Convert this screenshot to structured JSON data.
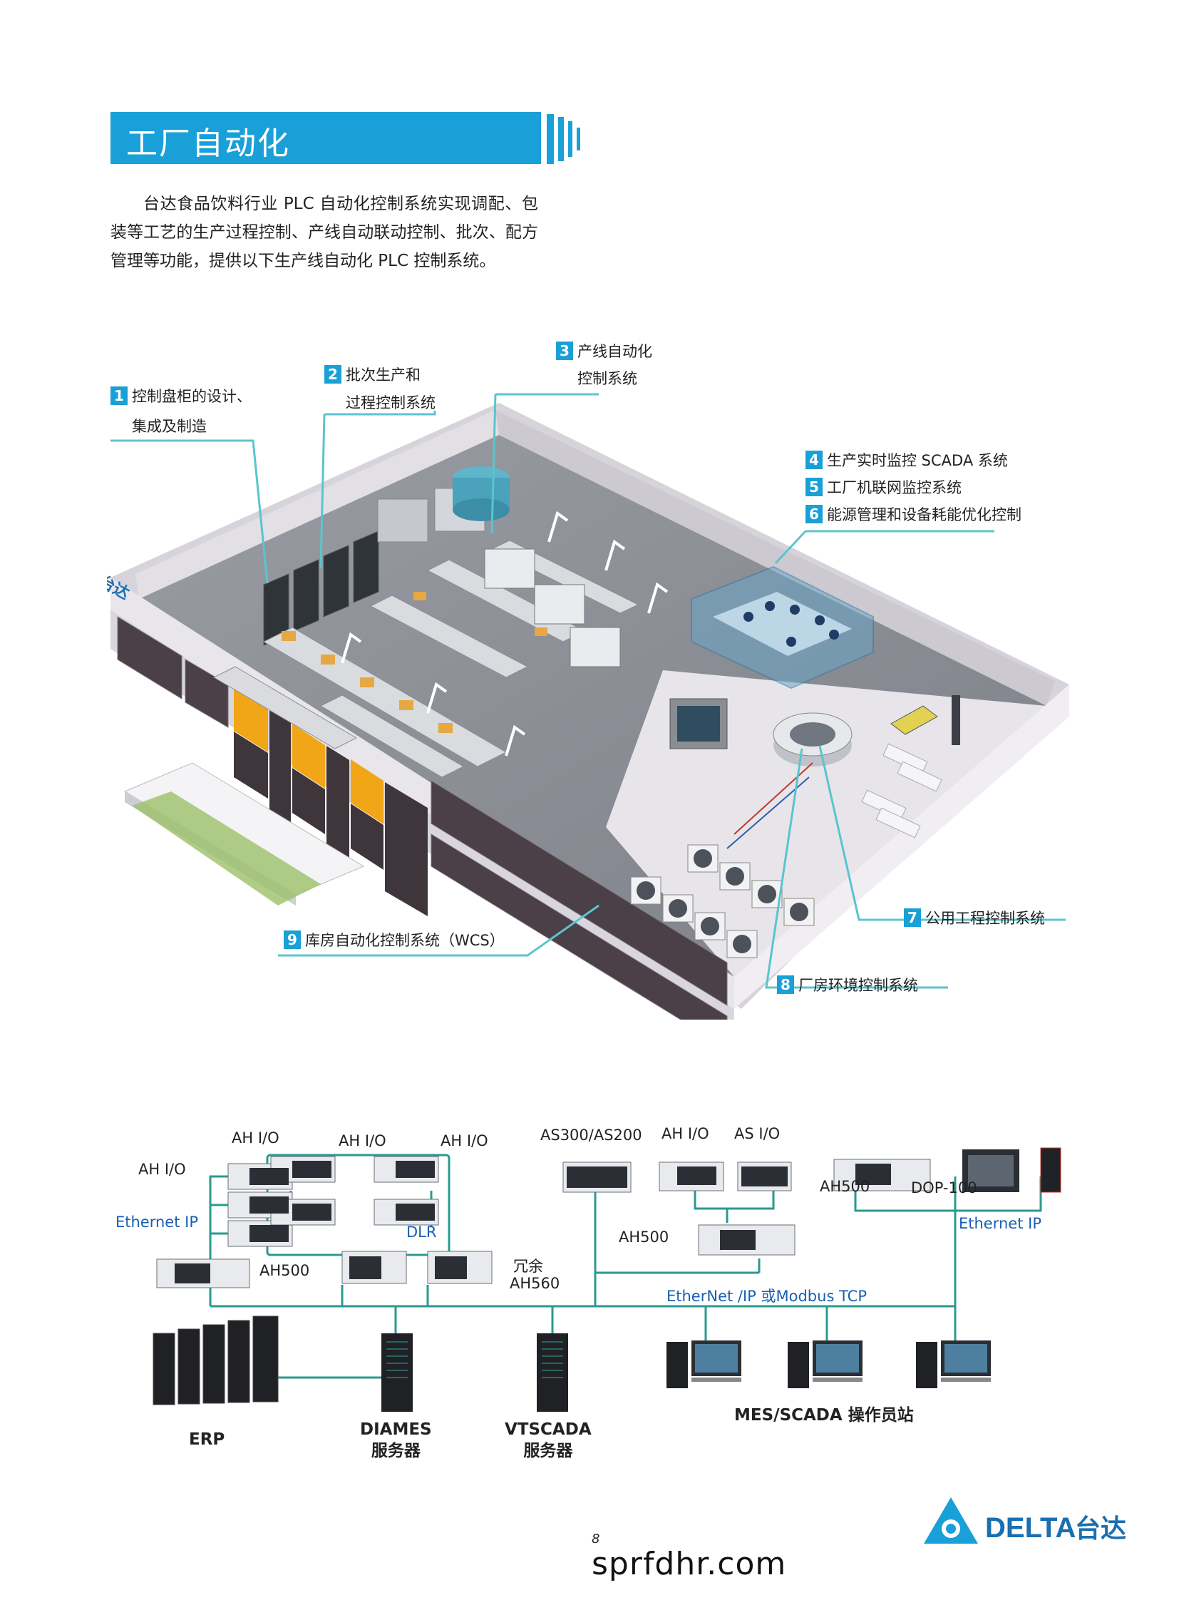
{
  "section": {
    "title": "工厂自动化",
    "intro": "台达食品饮料行业 PLC 自动化控制系统实现调配、包装等工艺的生产过程控制、产线自动联动控制、批次、配方管理等功能，提供以下生产线自动化 PLC 控制系统。"
  },
  "callouts": [
    {
      "num": "1",
      "line1": "控制盘柜的设计、",
      "line2": "集成及制造"
    },
    {
      "num": "2",
      "line1": "批次生产和",
      "line2": "过程控制系统"
    },
    {
      "num": "3",
      "line1": "产线自动化",
      "line2": "控制系统"
    },
    {
      "num": "4",
      "line1": "生产实时监控 SCADA 系统"
    },
    {
      "num": "5",
      "line1": "工厂机联网监控系统"
    },
    {
      "num": "6",
      "line1": "能源管理和设备耗能优化控制"
    },
    {
      "num": "7",
      "line1": "公用工程控制系统"
    },
    {
      "num": "8",
      "line1": "厂房环境控制系统"
    },
    {
      "num": "9",
      "line1": "库房自动化控制系统（WCS）"
    }
  ],
  "factory_sign": "DELTA 台达",
  "diagram": {
    "labels": {
      "ah_io_top": "AH I/O",
      "ah_io_left": "AH I/O",
      "ethernet_ip_left": "Ethernet IP",
      "ah500_left": "AH500",
      "ah_io_mid1": "AH I/O",
      "ah_io_mid2": "AH I/O",
      "dlr": "DLR",
      "redundant": "冗余",
      "ah560": "AH560",
      "as300": "AS300/AS200",
      "ah_io_right": "AH I/O",
      "as_io": "AS I/O",
      "ah500_mid": "AH500",
      "ah500_right": "AH500",
      "dop100": "DOP-100",
      "ethernet_ip_right": "Ethernet IP",
      "ethernet_modbus": "EtherNet /IP  或Modbus TCP",
      "erp": "ERP",
      "diames_1": "DIAMES",
      "diames_2": "服务器",
      "vtscada_1": "VTSCADA",
      "vtscada_2": "服务器",
      "mes": "MES/SCADA 操作员站"
    }
  },
  "footer": {
    "page_number": "8",
    "watermark": "sprfdhr.com",
    "brand": "DELTA",
    "brand_cn": "台达"
  },
  "colors": {
    "accent": "#1aa0d8",
    "line": "#5bc4cf",
    "network": "#2a9a8f",
    "network_blue": "#1a5fb4"
  }
}
